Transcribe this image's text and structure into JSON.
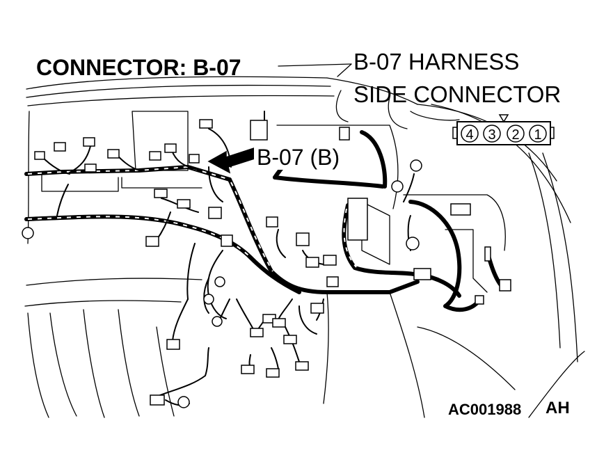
{
  "title": "CONNECTOR: B-07",
  "harness_label_line1": "B-07 HARNESS",
  "harness_label_line2": "SIDE CONNECTOR",
  "pointer_label": "B-07 (B)",
  "pins": [
    "4",
    "3",
    "2",
    "1"
  ],
  "figure_code": "AC001988",
  "figure_suffix": "AH"
}
